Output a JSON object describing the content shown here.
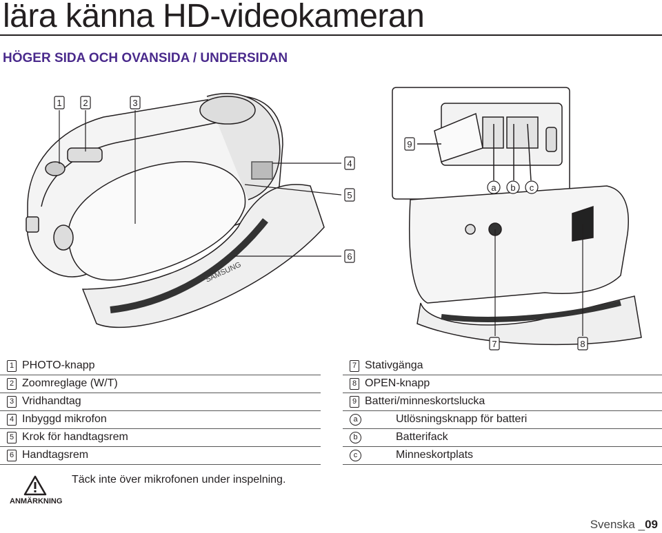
{
  "page": {
    "title": "lära känna HD-videokameran",
    "subtitle": "HÖGER SIDA OCH OVANSIDA / UNDERSIDAN"
  },
  "figure": {
    "callouts": [
      "1",
      "2",
      "3",
      "4",
      "5",
      "6",
      "7",
      "8",
      "9"
    ],
    "sub_callouts": [
      "a",
      "b",
      "c"
    ],
    "brand_text": "SAMSUNG"
  },
  "legend_left": [
    {
      "n": "1",
      "label": "PHOTO-knapp"
    },
    {
      "n": "2",
      "label": "Zoomreglage (W/T)"
    },
    {
      "n": "3",
      "label": "Vridhandtag"
    },
    {
      "n": "4",
      "label": "Inbyggd mikrofon"
    },
    {
      "n": "5",
      "label": "Krok för handtagsrem"
    },
    {
      "n": "6",
      "label": "Handtagsrem"
    }
  ],
  "legend_right": [
    {
      "n": "7",
      "label": "Stativgänga"
    },
    {
      "n": "8",
      "label": "OPEN-knapp"
    },
    {
      "n": "9",
      "label": "Batteri/minneskortslucka"
    }
  ],
  "legend_right_sub": [
    {
      "n": "a",
      "label": "Utlösningsknapp för batteri"
    },
    {
      "n": "b",
      "label": "Batterifack"
    },
    {
      "n": "c",
      "label": "Minneskortplats"
    }
  ],
  "note": {
    "label": "ANMÄRKNING",
    "text": "Täck inte över mikrofonen under inspelning."
  },
  "footer": {
    "language": "Svenska _",
    "page_number": "09"
  }
}
